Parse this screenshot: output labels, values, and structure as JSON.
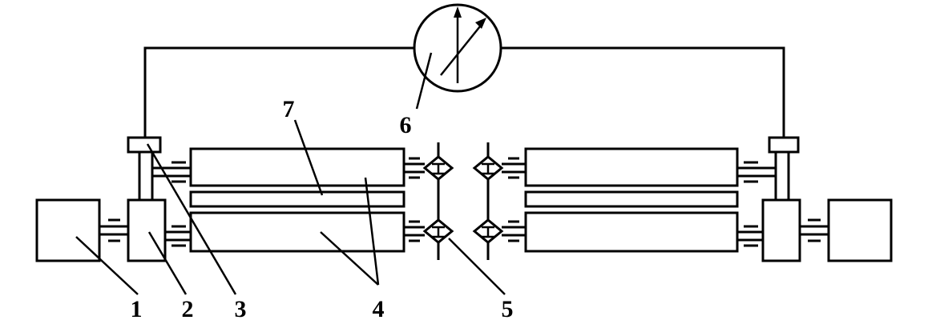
{
  "labels": {
    "l1": "1",
    "l2": "2",
    "l3": "3",
    "l4": "4",
    "l5": "5",
    "l6": "6",
    "l7": "7"
  },
  "colors": {
    "stroke": "#000000",
    "background": "#ffffff"
  }
}
